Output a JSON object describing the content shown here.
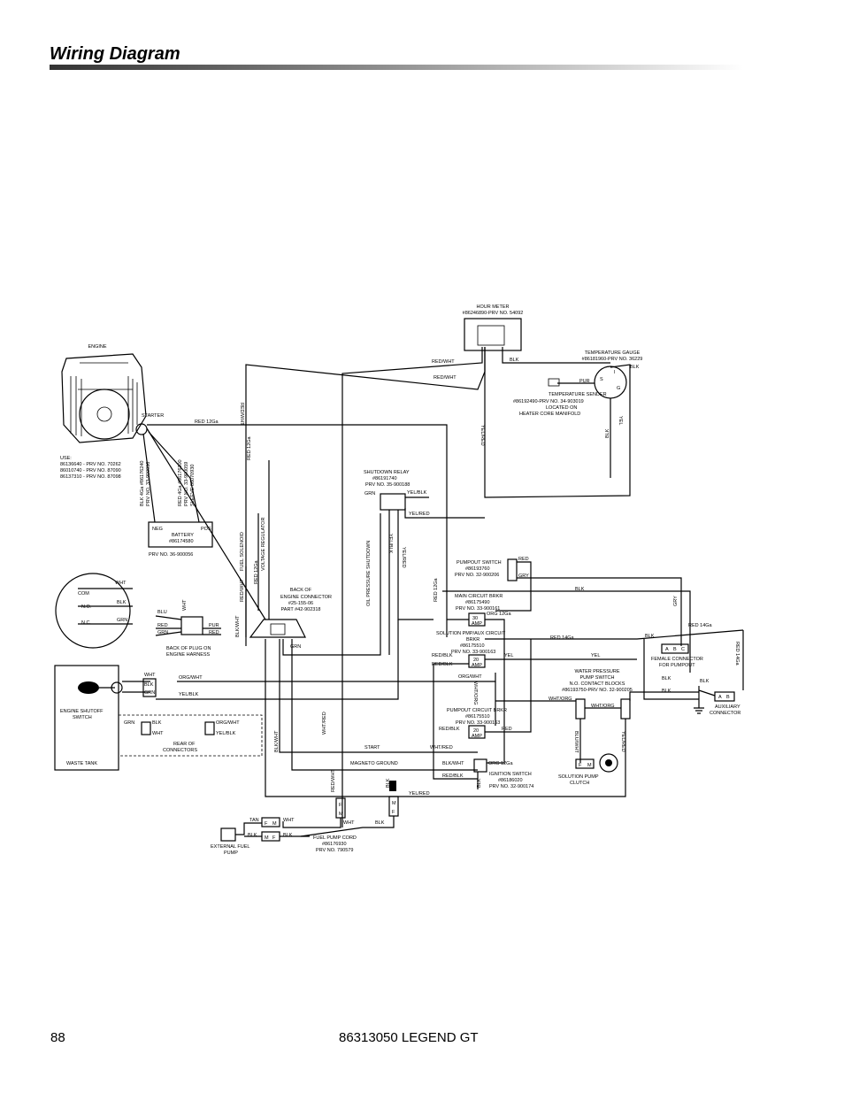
{
  "header": {
    "title": "Wiring Diagram"
  },
  "footer": {
    "page_number": "88",
    "document": "86313050  LEGEND GT"
  },
  "components": {
    "hour_meter": [
      "HOUR METER",
      "#86246890-PRV NO. 54092"
    ],
    "temperature_gauge": [
      "TEMPERATURE GAUGE",
      "#86181960-PRV NO. 36229"
    ],
    "temperature_sender": [
      "TEMPERATURE SENDER",
      "#86192490-PRV NO. 34-903019",
      "LOCATED ON",
      "HEATER CORE MANIFOLD"
    ],
    "engine": "ENGINE",
    "starter": "STARTER",
    "use_note": [
      "USE:",
      "86136640 - PRV NO. 70262",
      "86010740 - PRV NO. 87090",
      "86137310 - PRV NO. 87098"
    ],
    "battery": [
      "BATTERY",
      "#86174580"
    ],
    "battery_prv": "PRV NO. 36-900056",
    "battery_neg": "NEG",
    "battery_pos": "POS",
    "blk_cable": [
      "BLK 4Ga #86176240",
      "PRV NO. 33-900056"
    ],
    "red_cable": [
      "RED 4Ga #86176300",
      "PRV NO. 33-900059",
      "SLEEVE 86070930"
    ],
    "shutdown_relay": [
      "SHUTDOWN RELAY",
      "#86191740",
      "PRV NO. 35-900188"
    ],
    "pumpout_switch": [
      "PUMPOUT SWITCH",
      "#86193760",
      "PRV NO.  32-900206"
    ],
    "main_circuit_brkr": [
      "MAIN CIRCUIT BRKR",
      "#86175490",
      "PRV NO. 33-900161"
    ],
    "solution_pmp_brkr": [
      "SOLUTION PMP/AUX CIRCUIT",
      "BRKR",
      "#86175510",
      "PRV NO. 33-900163"
    ],
    "back_of_engine_connector": [
      "BACK OF",
      "ENGINE CONNECTOR",
      "#25-155-06",
      "PART #42-902318"
    ],
    "back_of_plug": [
      "BACK OF PLUG ON",
      "ENGINE HARNESS"
    ],
    "female_connector": [
      "FEMALE CONNECTOR",
      "FOR PUMPOUT"
    ],
    "water_pressure_switch": [
      "WATER PRESSURE",
      "PUMP SWITCH",
      "N.O. CONTACT BLOCKS",
      "#86193750-PRV NO. 32-900205"
    ],
    "auxiliary_connector": [
      "AUXILIARY",
      "CONNECTOR"
    ],
    "pumpout_circuit_brkr": [
      "PUMPOUT CIRCUIT BRKR",
      "#86175510",
      "PRV NO. 33-900163"
    ],
    "ignition_switch": [
      "IGNITION SWITCH",
      "#86186020",
      "PRV NO. 32-900174"
    ],
    "solution_pump_clutch": [
      "SOLUTION PUMP",
      "CLUTCH"
    ],
    "engine_shutoff_switch": [
      "ENGINE SHUTOFF",
      "SWITCH"
    ],
    "waste_tank": "WASTE TANK",
    "rear_of_connectors": [
      "REAR OF",
      "CONNECTORS"
    ],
    "fuel_pump_cord": [
      "FUEL PUMP CORD",
      "#86176930",
      "PRV NO. 790579"
    ],
    "external_fuel_pump": [
      "EXTERNAL FUEL",
      "PUMP"
    ]
  },
  "wire_labels": {
    "red_wht": "RED/WHT",
    "blk": "BLK",
    "pur": "PUR",
    "yel": "YEL",
    "yel_red": "YEL/RED",
    "yel_blk": "YEL/BLK",
    "grn": "GRN",
    "red": "RED",
    "gry": "GRY",
    "red_12ga": "RED 12Ga",
    "red_14ga": "RED 14Ga",
    "org_12ga": "ORG 12Ga",
    "org_wht": "ORG/WHT",
    "red_blk": "RED/BLK",
    "wht_org": "WHT/ORG",
    "wht_red": "WHT/RED",
    "blk_wht": "BLK/WHT",
    "blu_wht": "BLU/WHT",
    "wht": "WHT",
    "blu": "BLU",
    "tan": "TAN",
    "start": "START",
    "magneto_ground": "MAGNETO GROUND",
    "fuel_solenoid": "FUEL SOLENOID",
    "voltage_regulator": "VOLTAGE REGULATOR",
    "oil_pressure_shutdown": "OIL PRESSURE SHUTDOWN",
    "com": "COM",
    "no": "N.O.",
    "nc": "N.C.",
    "amp_30": "30",
    "amp_20": "20",
    "amp": "AMP",
    "s": "S",
    "i": "I",
    "g": "G",
    "abc_a": "A",
    "abc_b": "B",
    "abc_c": "C",
    "f": "F",
    "m": "M"
  }
}
